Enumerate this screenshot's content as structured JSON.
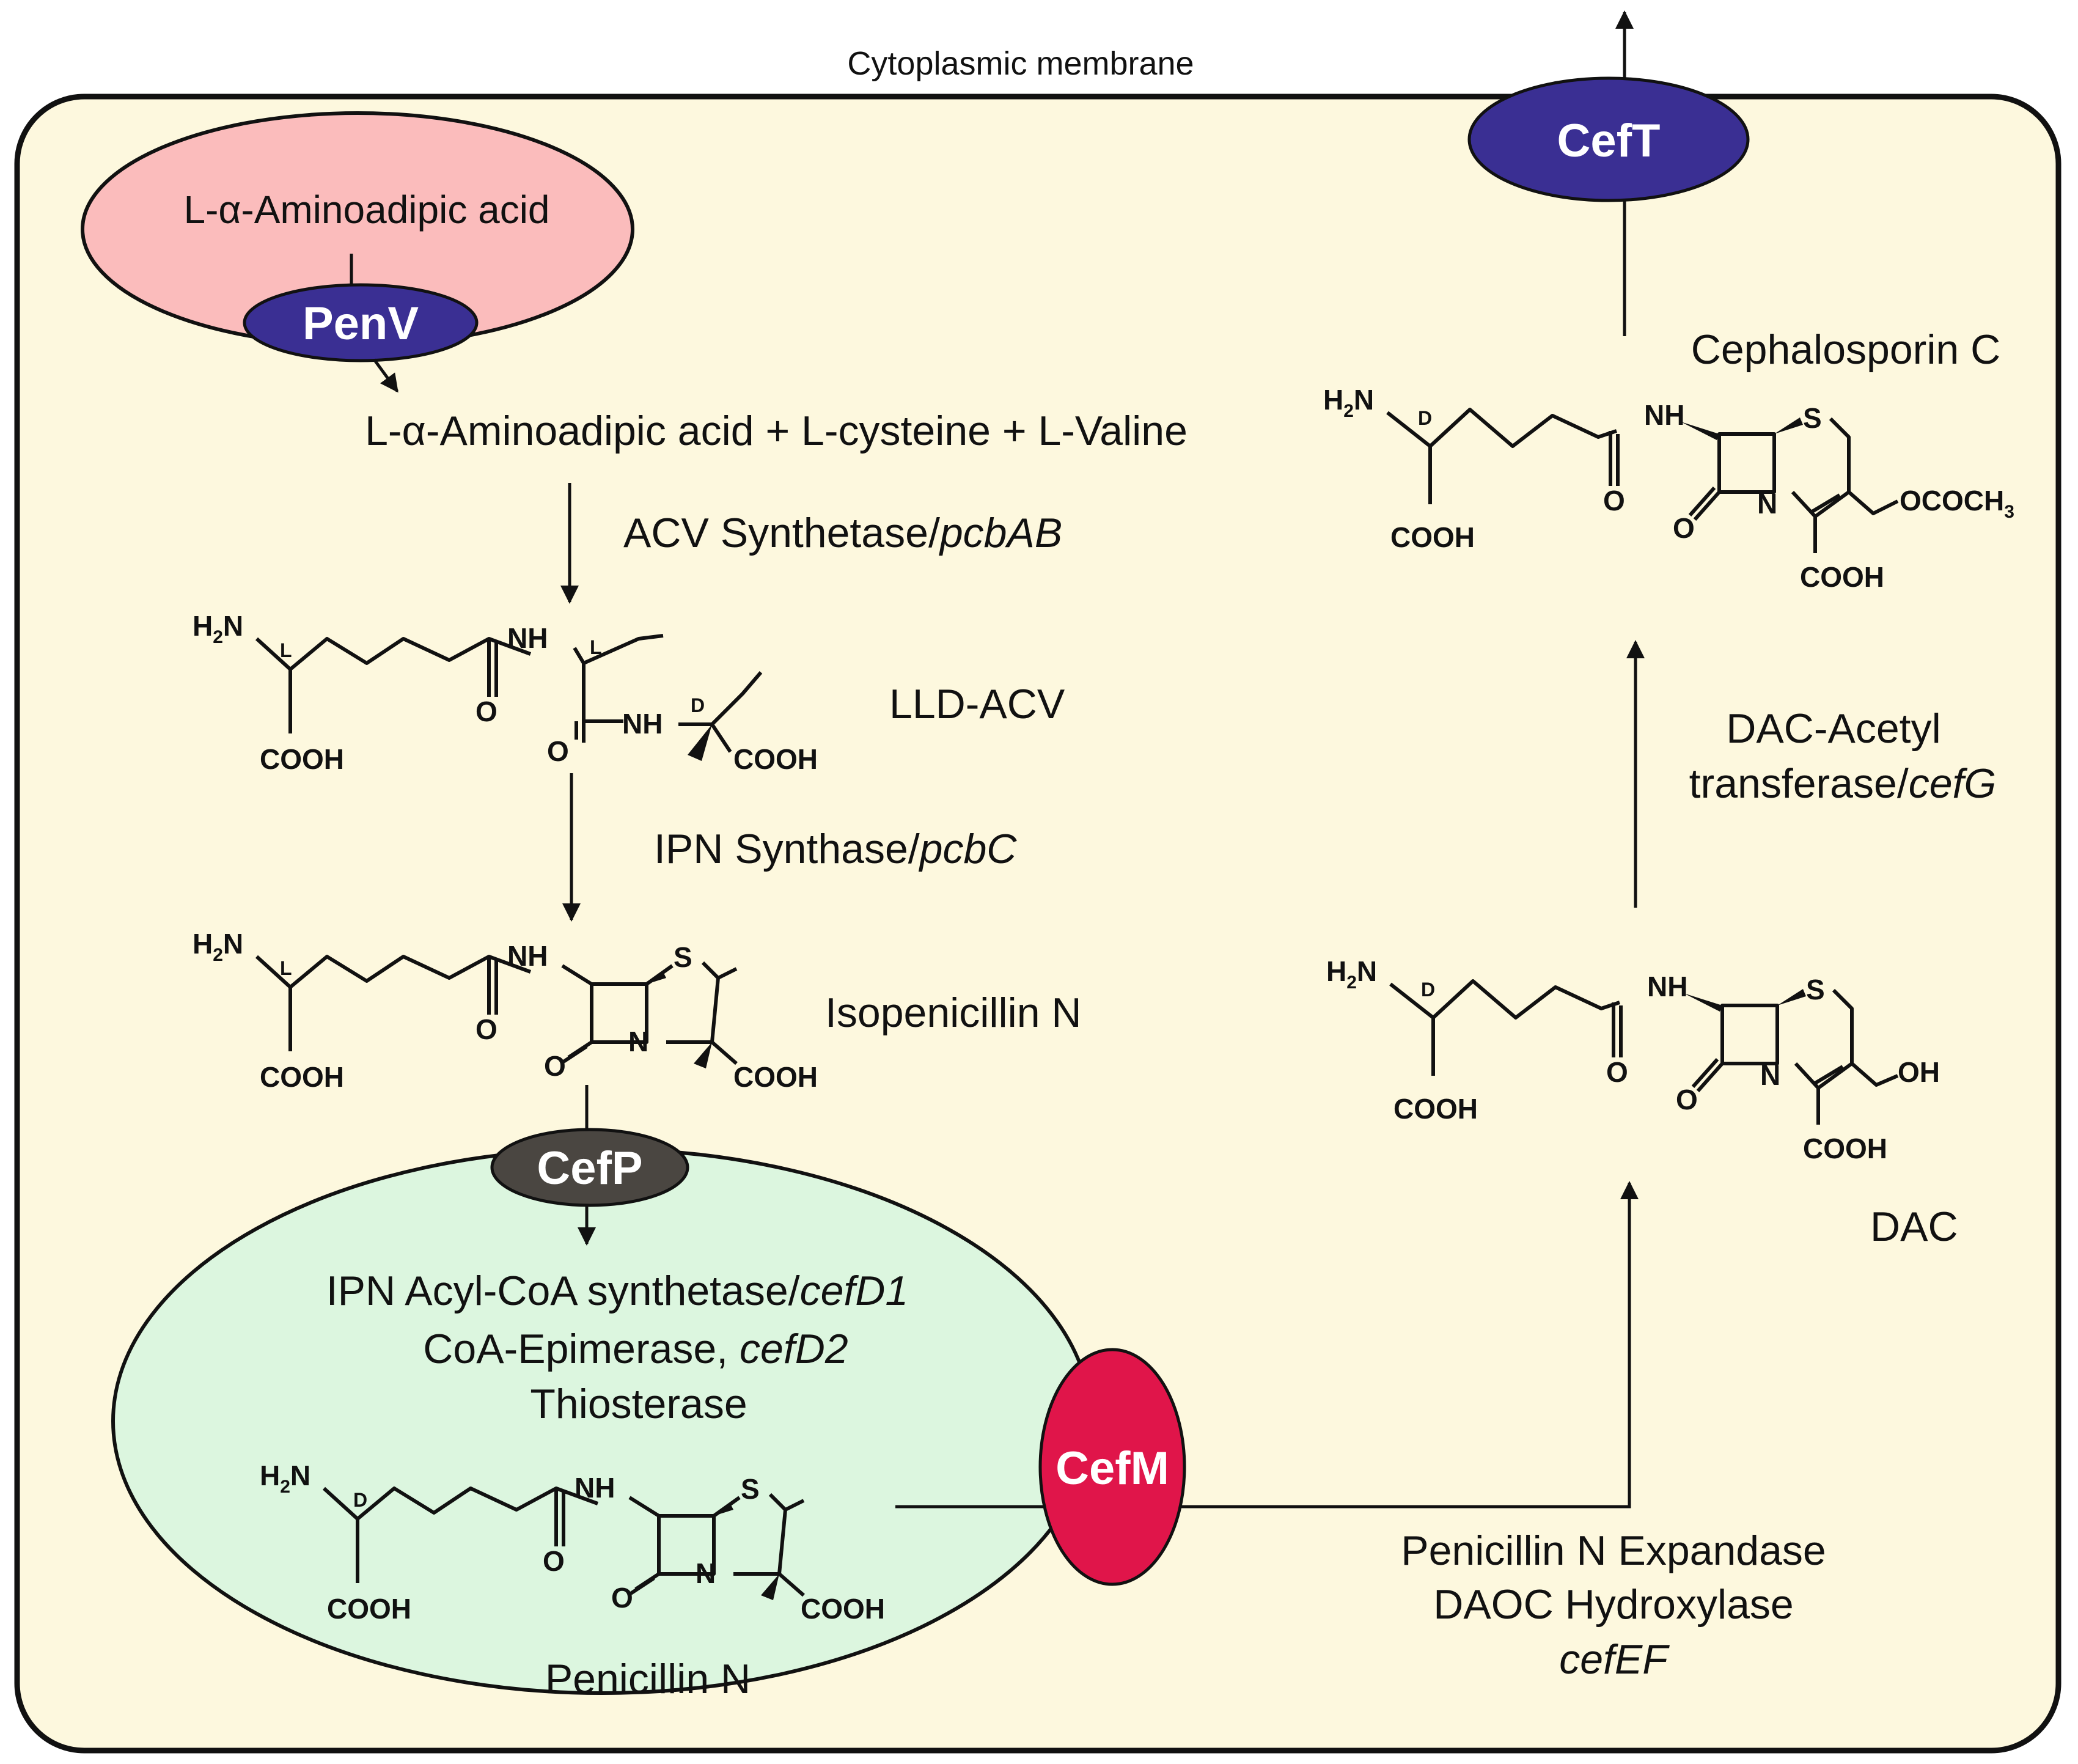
{
  "membrane_label": "Cytoplasmic  membrane",
  "colors": {
    "cell_fill": "#fdf8de",
    "substrate_fill": "#fbbcbc",
    "peroxisome_fill": "#dcf6df",
    "transporter_blue": "#3a2f93",
    "cefp_gray": "#4a4641",
    "cefm_red": "#e0154a"
  },
  "transporters": {
    "penv": "PenV",
    "cefp": "CefP",
    "cefm": "CefM",
    "ceft": "CefT"
  },
  "substrate_pool": "L-α-Aminoadipic acid",
  "precursors": "L-α-Aminoadipic acid + L-cysteine + L-Valine",
  "enzymes": {
    "acv_name": "ACV Synthetase/",
    "acv_gene": "pcbAB",
    "ipn_name": "IPN Synthase/",
    "ipn_gene": "pcbC",
    "acyl_name": "IPN Acyl-CoA synthetase/",
    "acyl_gene": "cefD1",
    "epimerase_name": "CoA-Epimerase, ",
    "epimerase_gene": "cefD2",
    "thioesterase": "Thiosterase",
    "expandase": "Penicillin N Expandase",
    "hydroxylase": "DAOC Hydroxylase",
    "expandase_gene": "cefEF",
    "acetyl_line1": "DAC-Acetyl",
    "acetyl_line2": "transferase/",
    "acetyl_gene": "cefG"
  },
  "compounds": {
    "acv": "LLD-ACV",
    "ipn": "Isopenicillin N",
    "pen_n": "Penicillin N",
    "dac": "DAC",
    "ceph_c": "Cephalosporin C"
  },
  "atoms": {
    "h2n": "H",
    "two": "2",
    "n": "N",
    "nh": "NH",
    "n_ring": "N",
    "s": "S",
    "o": "O",
    "cooh": "COOH",
    "oh": "OH",
    "ococh3": "OCOCH",
    "three": "3",
    "l": "L",
    "d": "D"
  }
}
